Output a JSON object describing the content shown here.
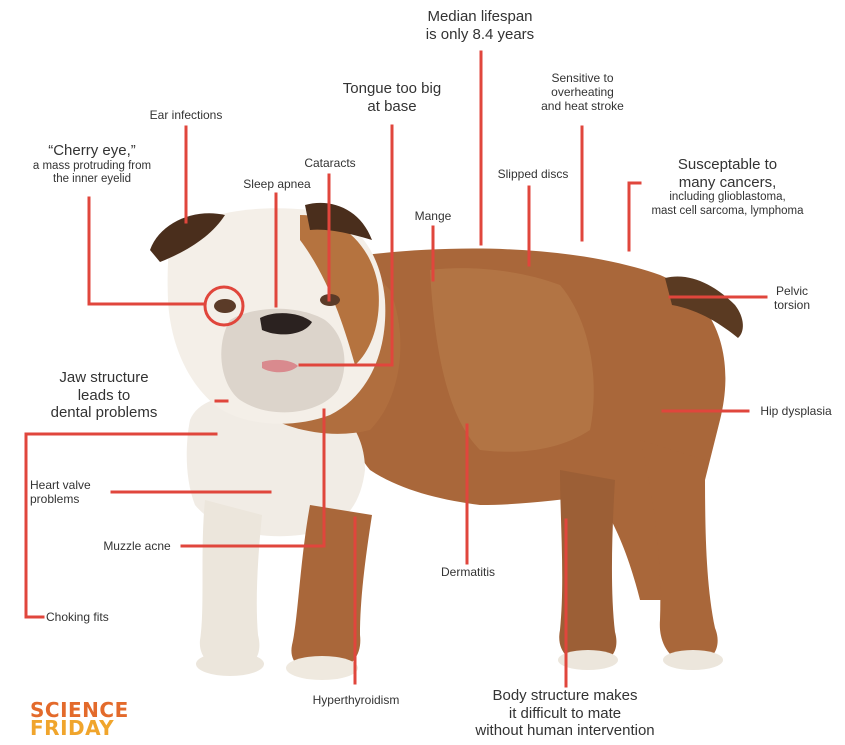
{
  "colors": {
    "accent_line": "#e0463c",
    "text": "#333333",
    "logo_science": "#e36a2b",
    "logo_friday": "#f0a52c"
  },
  "labels": {
    "lifespan": [
      "Median lifespan",
      "is only 8.4 years"
    ],
    "overheating": [
      "Sensitive to",
      "overheating",
      "and heat stroke"
    ],
    "tongue": [
      "Tongue too big",
      "at base"
    ],
    "ear": "Ear infections",
    "cherry_eye": [
      "“Cherry eye,”",
      "a mass protruding from",
      "the inner eyelid"
    ],
    "cataracts": "Cataracts",
    "sleep_apnea": "Sleep apnea",
    "mange": "Mange",
    "slipped_discs": "Slipped discs",
    "cancers": [
      "Susceptable to",
      "many cancers,",
      "including glioblastoma,",
      "mast cell sarcoma, lymphoma"
    ],
    "pelvic": [
      "Pelvic",
      "torsion"
    ],
    "jaw": [
      "Jaw structure",
      "leads to",
      "dental problems"
    ],
    "hip": "Hip dysplasia",
    "heart": [
      "Heart valve",
      "problems"
    ],
    "muzzle": "Muzzle acne",
    "dermatitis": "Dermatitis",
    "choking": "Choking fits",
    "hyperthyroidism": "Hyperthyroidism",
    "mate": [
      "Body structure makes",
      "it difficult to mate",
      "without human intervention"
    ]
  },
  "logo": {
    "line1": "SCIENCE",
    "line2": "FRIDAY"
  }
}
